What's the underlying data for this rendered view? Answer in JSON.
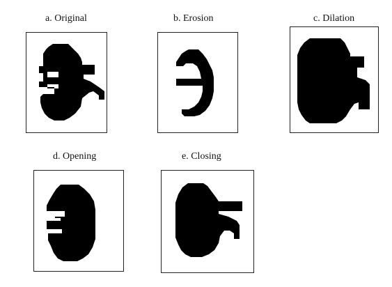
{
  "panels": [
    {
      "caption": "a. Original"
    },
    {
      "caption": "b. Erosion"
    },
    {
      "caption": "c. Dilation"
    },
    {
      "caption": "d. Opening"
    },
    {
      "caption": "e. Closing"
    }
  ]
}
